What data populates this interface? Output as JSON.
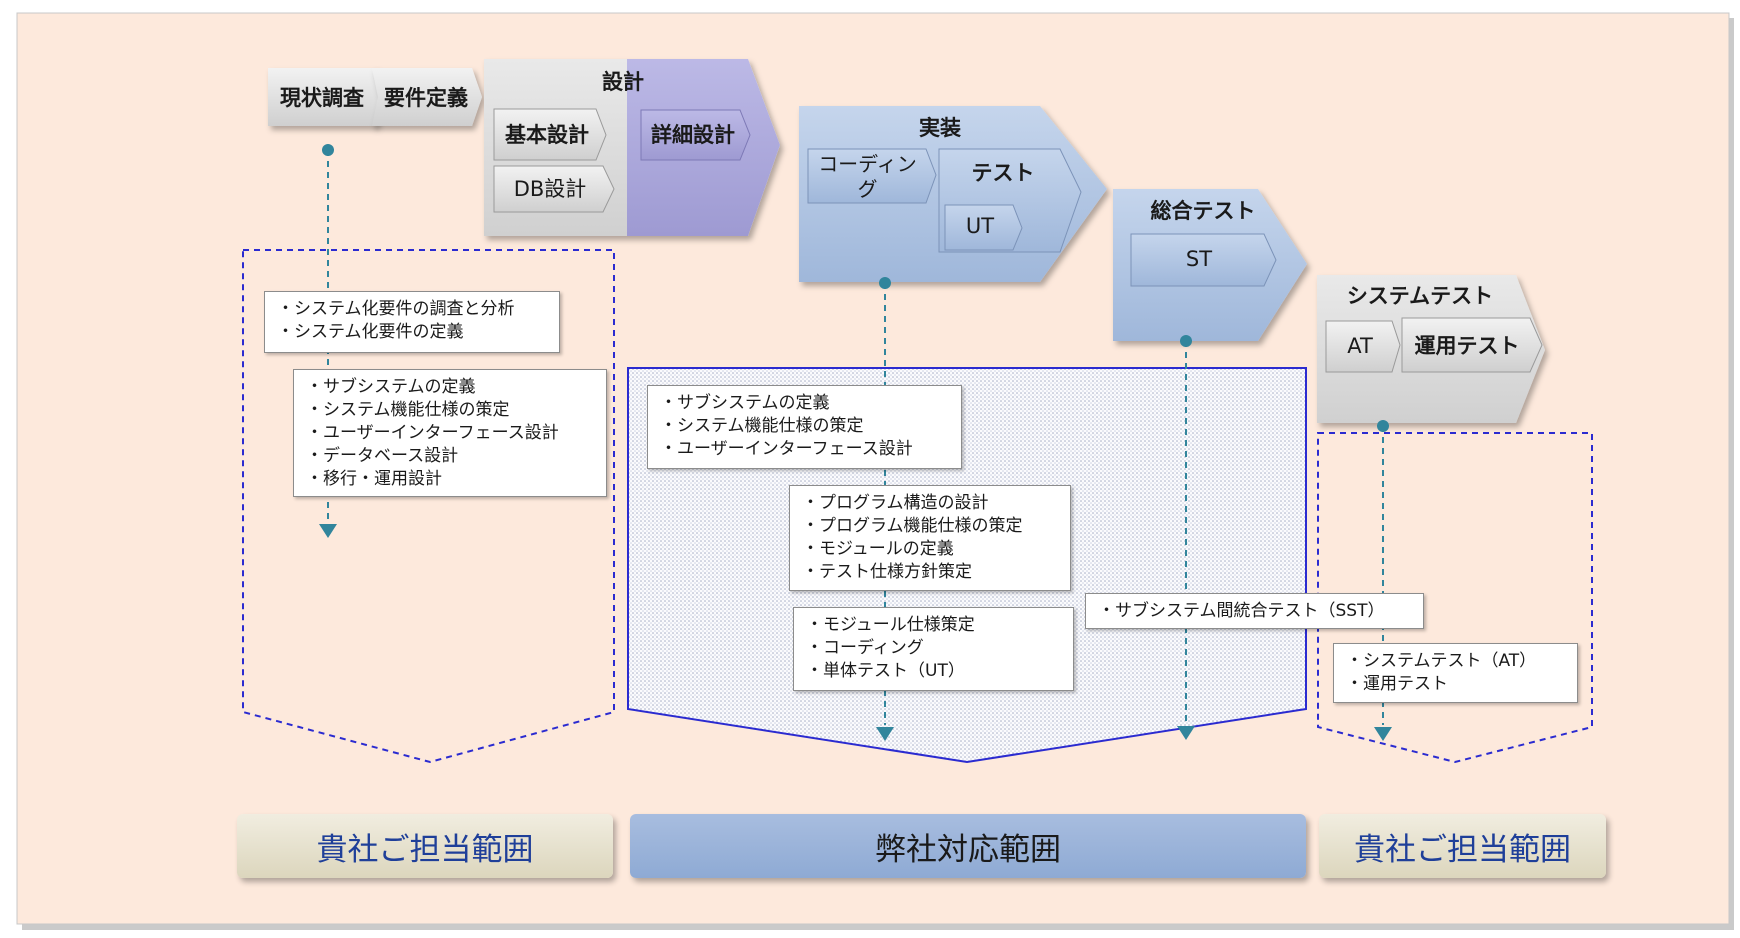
{
  "phases": {
    "survey": "現状調査",
    "requirements": "要件定義",
    "design": {
      "title": "設計",
      "basic": "基本設計",
      "db": "DB設計",
      "detail": "詳細設計"
    },
    "implementation": {
      "title": "実装",
      "coding": "コーディング",
      "test": "テスト",
      "ut": "UT"
    },
    "integration": {
      "title": "総合テスト",
      "st": "ST"
    },
    "system_test": {
      "title": "システムテスト",
      "at": "AT",
      "operation": "運用テスト"
    }
  },
  "tasks": {
    "requirements": [
      "・システム化要件の調査と分析",
      "・システム化要件の定義"
    ],
    "basic_design": [
      "・サブシステムの定義",
      "・システム機能仕様の策定",
      "・ユーザーインターフェース設計",
      "・データベース設計",
      "・移行・運用設計"
    ],
    "our_basic": [
      "・サブシステムの定義",
      "・システム機能仕様の策定",
      "・ユーザーインターフェース設計"
    ],
    "detail_design": [
      "・プログラム構造の設計",
      "・プログラム機能仕様の策定",
      "・モジュールの定義",
      "・テスト仕様方針策定"
    ],
    "implementation": [
      "・モジュール仕様策定",
      "・コーディング",
      "・単体テスト（UT）"
    ],
    "integration": [
      "・サブシステム間統合テスト（SST）"
    ],
    "system_test": [
      "・システムテスト（AT）",
      "・運用テスト"
    ]
  },
  "scopes": {
    "client_left": "貴社ご担当範囲",
    "ours": "弊社対応範囲",
    "client_right": "貴社ご担当範囲"
  },
  "colors": {
    "background": "#fde9dc",
    "phase_gray": "#d6d6d6",
    "phase_blue": "#a9bfde",
    "detail_purple": "#aaa7d9",
    "scope_line": "#2b2bd0",
    "dashed_arrow": "#31859c",
    "client_text": "#1f3f99"
  }
}
